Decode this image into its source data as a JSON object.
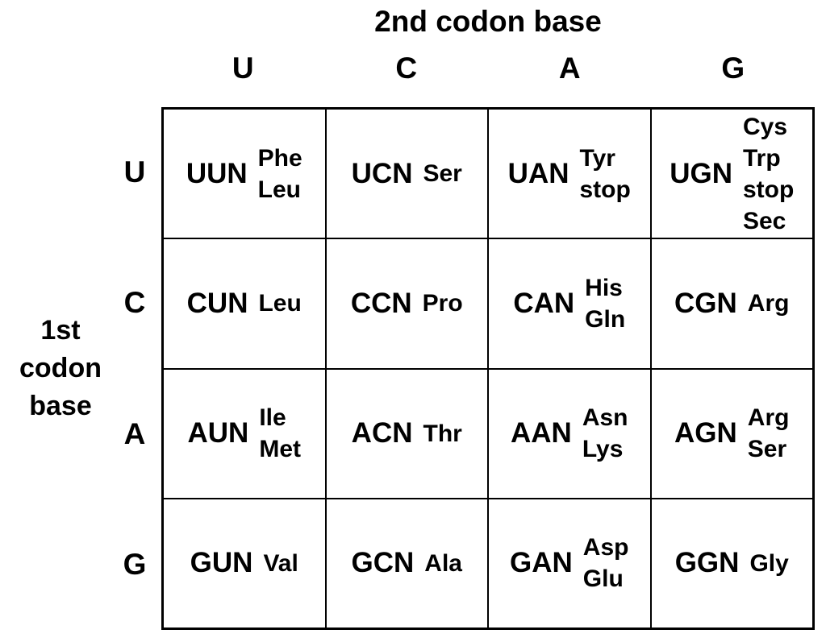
{
  "chart_data": {
    "type": "table",
    "title": "2nd codon base",
    "col_axis_label": "2nd codon base",
    "row_axis_label": "1st codon base",
    "row_axis_label_lines": [
      "1st",
      "codon",
      "base"
    ],
    "columns": [
      "U",
      "C",
      "A",
      "G"
    ],
    "rows": [
      "U",
      "C",
      "A",
      "G"
    ],
    "cells": [
      {
        "codon": "UUN",
        "aminos": [
          "Phe",
          "Leu"
        ]
      },
      {
        "codon": "UCN",
        "aminos": [
          "Ser"
        ]
      },
      {
        "codon": "UAN",
        "aminos": [
          "Tyr",
          "stop"
        ]
      },
      {
        "codon": "UGN",
        "aminos": [
          "Cys",
          "Trp",
          "stop",
          "Sec"
        ]
      },
      {
        "codon": "CUN",
        "aminos": [
          "Leu"
        ]
      },
      {
        "codon": "CCN",
        "aminos": [
          "Pro"
        ]
      },
      {
        "codon": "CAN",
        "aminos": [
          "His",
          "Gln"
        ]
      },
      {
        "codon": "CGN",
        "aminos": [
          "Arg"
        ]
      },
      {
        "codon": "AUN",
        "aminos": [
          "Ile",
          "Met"
        ]
      },
      {
        "codon": "ACN",
        "aminos": [
          "Thr"
        ]
      },
      {
        "codon": "AAN",
        "aminos": [
          "Asn",
          "Lys"
        ]
      },
      {
        "codon": "AGN",
        "aminos": [
          "Arg",
          "Ser"
        ]
      },
      {
        "codon": "GUN",
        "aminos": [
          "Val"
        ]
      },
      {
        "codon": "GCN",
        "aminos": [
          "Ala"
        ]
      },
      {
        "codon": "GAN",
        "aminos": [
          "Asp",
          "Glu"
        ]
      },
      {
        "codon": "GGN",
        "aminos": [
          "Gly"
        ]
      }
    ]
  },
  "colors": {
    "text": "#000000",
    "background": "#ffffff",
    "border": "#000000"
  }
}
